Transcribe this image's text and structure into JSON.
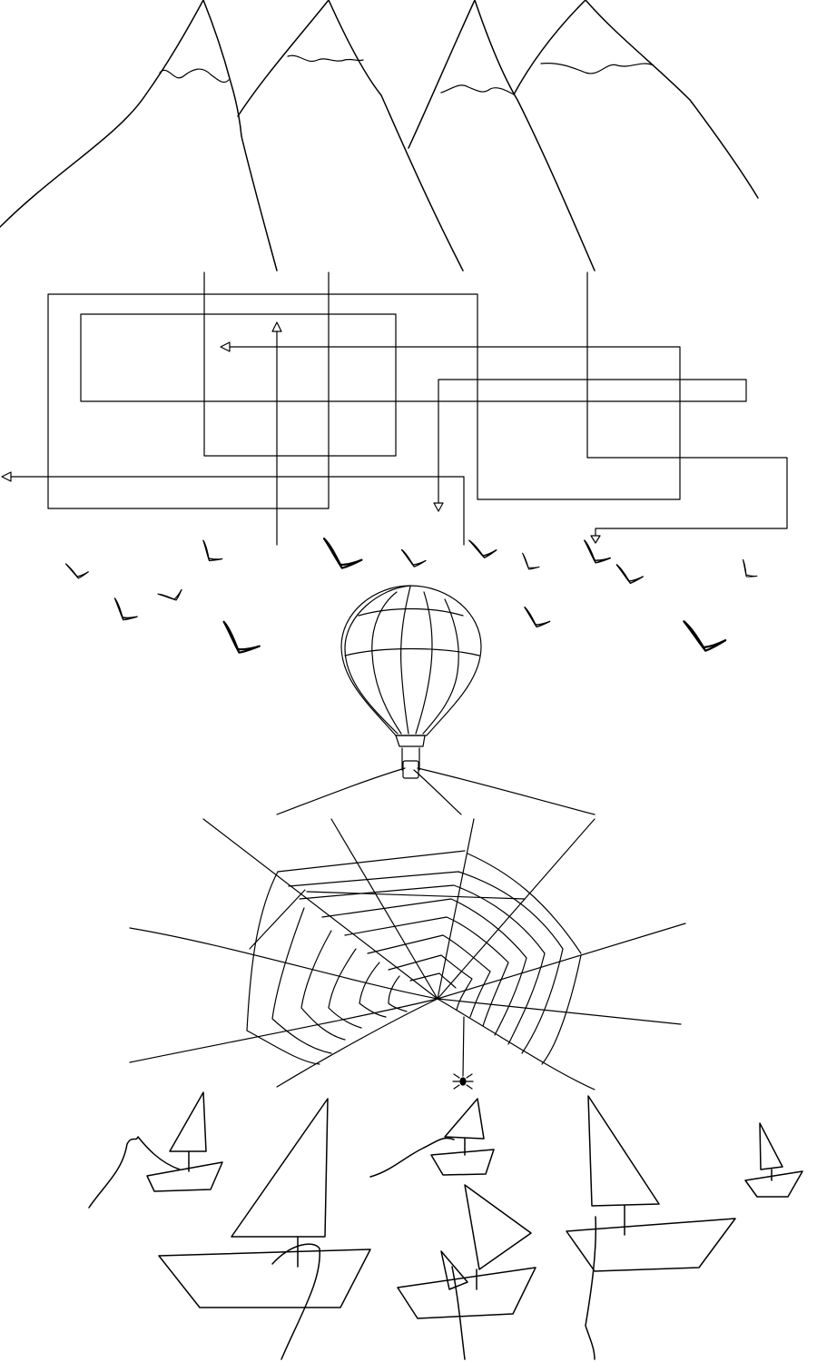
{
  "colors": {
    "ink": "#000000",
    "paper": "#ffffff"
  },
  "scene": {
    "layers": [
      "mountain-range",
      "line-maze",
      "bird-flock",
      "hot-air-balloon",
      "spider-web",
      "spider",
      "sailboats"
    ]
  }
}
